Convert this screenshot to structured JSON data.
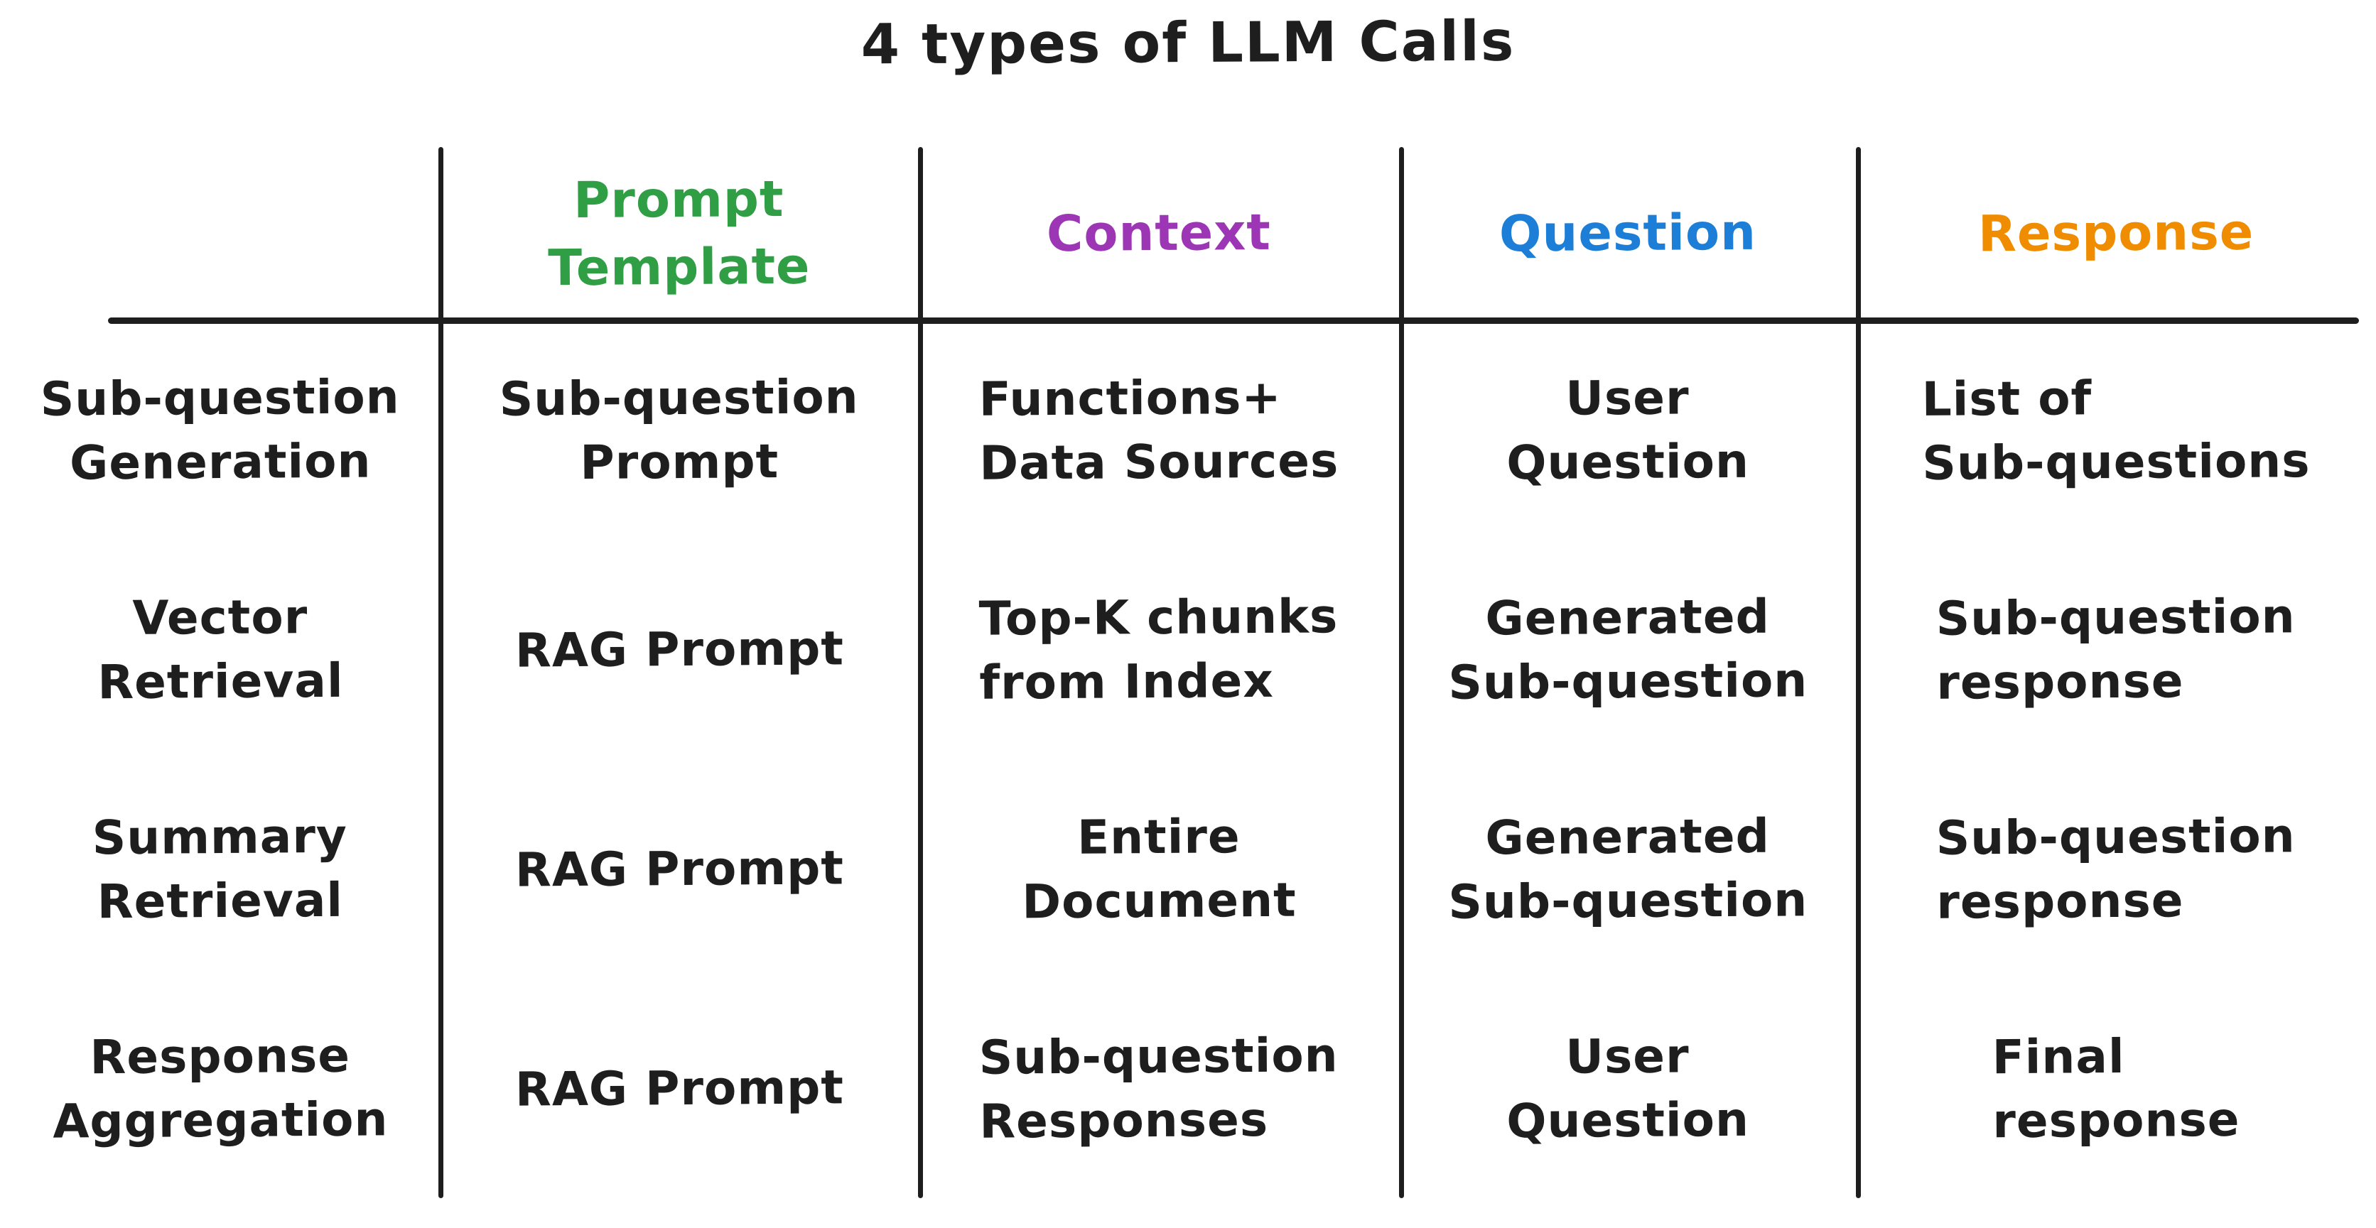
{
  "title": "4 types of LLM Calls",
  "colors": {
    "ink": "#1e1e1e",
    "prompt_template_green": "#2f9e44",
    "context_purple": "#9c36b5",
    "question_blue": "#1c7ed6",
    "response_orange": "#f08c00"
  },
  "table": {
    "headers": [
      {
        "name": "prompt-template",
        "lines": [
          "Prompt",
          "Template"
        ]
      },
      {
        "name": "context",
        "lines": [
          "Context"
        ]
      },
      {
        "name": "question",
        "lines": [
          "Question"
        ]
      },
      {
        "name": "response",
        "lines": [
          "Response"
        ]
      }
    ],
    "rows": [
      {
        "label": [
          "Sub-question",
          "Generation"
        ],
        "prompt_template": [
          "Sub-question",
          "Prompt"
        ],
        "context": [
          "Functions+",
          "Data Sources"
        ],
        "question": [
          "User",
          "Question"
        ],
        "response": [
          "List of",
          "Sub-questions"
        ]
      },
      {
        "label": [
          "Vector",
          "Retrieval"
        ],
        "prompt_template": [
          "RAG Prompt"
        ],
        "context": [
          "Top-K chunks",
          "from Index"
        ],
        "question": [
          "Generated",
          "Sub-question"
        ],
        "response": [
          "Sub-question",
          "response"
        ]
      },
      {
        "label": [
          "Summary",
          "Retrieval"
        ],
        "prompt_template": [
          "RAG Prompt"
        ],
        "context": [
          "Entire",
          "Document"
        ],
        "question": [
          "Generated",
          "Sub-question"
        ],
        "response": [
          "Sub-question",
          "response"
        ]
      },
      {
        "label": [
          "Response",
          "Aggregation"
        ],
        "prompt_template": [
          "RAG Prompt"
        ],
        "context": [
          "Sub-question",
          "Responses"
        ],
        "question": [
          "User",
          "Question"
        ],
        "response": [
          "Final",
          "response"
        ]
      }
    ]
  }
}
